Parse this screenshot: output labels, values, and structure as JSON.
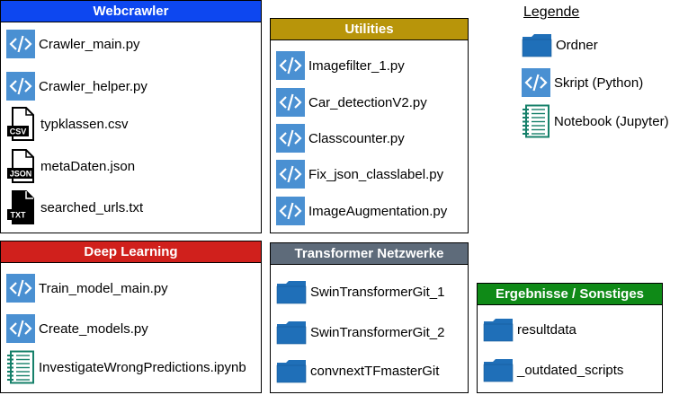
{
  "colors": {
    "script_bg": "#4a90d2",
    "folder": "#1f6fb8",
    "notebook": "#16806a",
    "file_dark": "#000000"
  },
  "panels": {
    "webcrawler": {
      "title": "Webcrawler",
      "header_color": "#0d47f0",
      "items": [
        {
          "icon": "python-script-icon",
          "label": "Crawler_main.py"
        },
        {
          "icon": "python-script-icon",
          "label": "Crawler_helper.py"
        },
        {
          "icon": "csv-file-icon",
          "badge": "CSV",
          "label": "typklassen.csv"
        },
        {
          "icon": "json-file-icon",
          "badge": "JSON",
          "label": "metaDaten.json"
        },
        {
          "icon": "txt-file-icon",
          "badge": "TXT",
          "label": "searched_urls.txt"
        }
      ]
    },
    "utilities": {
      "title": "Utilities",
      "header_color": "#b8950a",
      "items": [
        {
          "icon": "python-script-icon",
          "label": "Imagefilter_1.py"
        },
        {
          "icon": "python-script-icon",
          "label": "Car_detectionV2.py"
        },
        {
          "icon": "python-script-icon",
          "label": "Classcounter.py"
        },
        {
          "icon": "python-script-icon",
          "label": "Fix_json_classlabel.py"
        },
        {
          "icon": "python-script-icon",
          "label": "ImageAugmentation.py"
        }
      ]
    },
    "deep_learning": {
      "title": "Deep Learning",
      "header_color": "#d0201c",
      "items": [
        {
          "icon": "python-script-icon",
          "label": "Train_model_main.py"
        },
        {
          "icon": "python-script-icon",
          "label": "Create_models.py"
        },
        {
          "icon": "notebook-icon",
          "label": "InvestigateWrongPredictions.ipynb"
        }
      ]
    },
    "transformer": {
      "title": "Transformer Netzwerke",
      "header_color": "#5e6b7a",
      "items": [
        {
          "icon": "folder-icon",
          "label": "SwinTransformerGit_1"
        },
        {
          "icon": "folder-icon",
          "label": "SwinTransformerGit_2"
        },
        {
          "icon": "folder-icon",
          "label": "convnextTFmasterGit"
        }
      ]
    },
    "results": {
      "title": "Ergebnisse / Sonstiges",
      "header_color": "#0f8a17",
      "items": [
        {
          "icon": "folder-icon",
          "label": "resultdata"
        },
        {
          "icon": "folder-icon",
          "label": "_outdated_scripts"
        }
      ]
    }
  },
  "legend": {
    "title": "Legende",
    "items": [
      {
        "icon": "folder-icon",
        "label": "Ordner"
      },
      {
        "icon": "python-script-icon",
        "label": "Skript (Python)"
      },
      {
        "icon": "notebook-icon",
        "label": "Notebook (Jupyter)"
      }
    ]
  }
}
